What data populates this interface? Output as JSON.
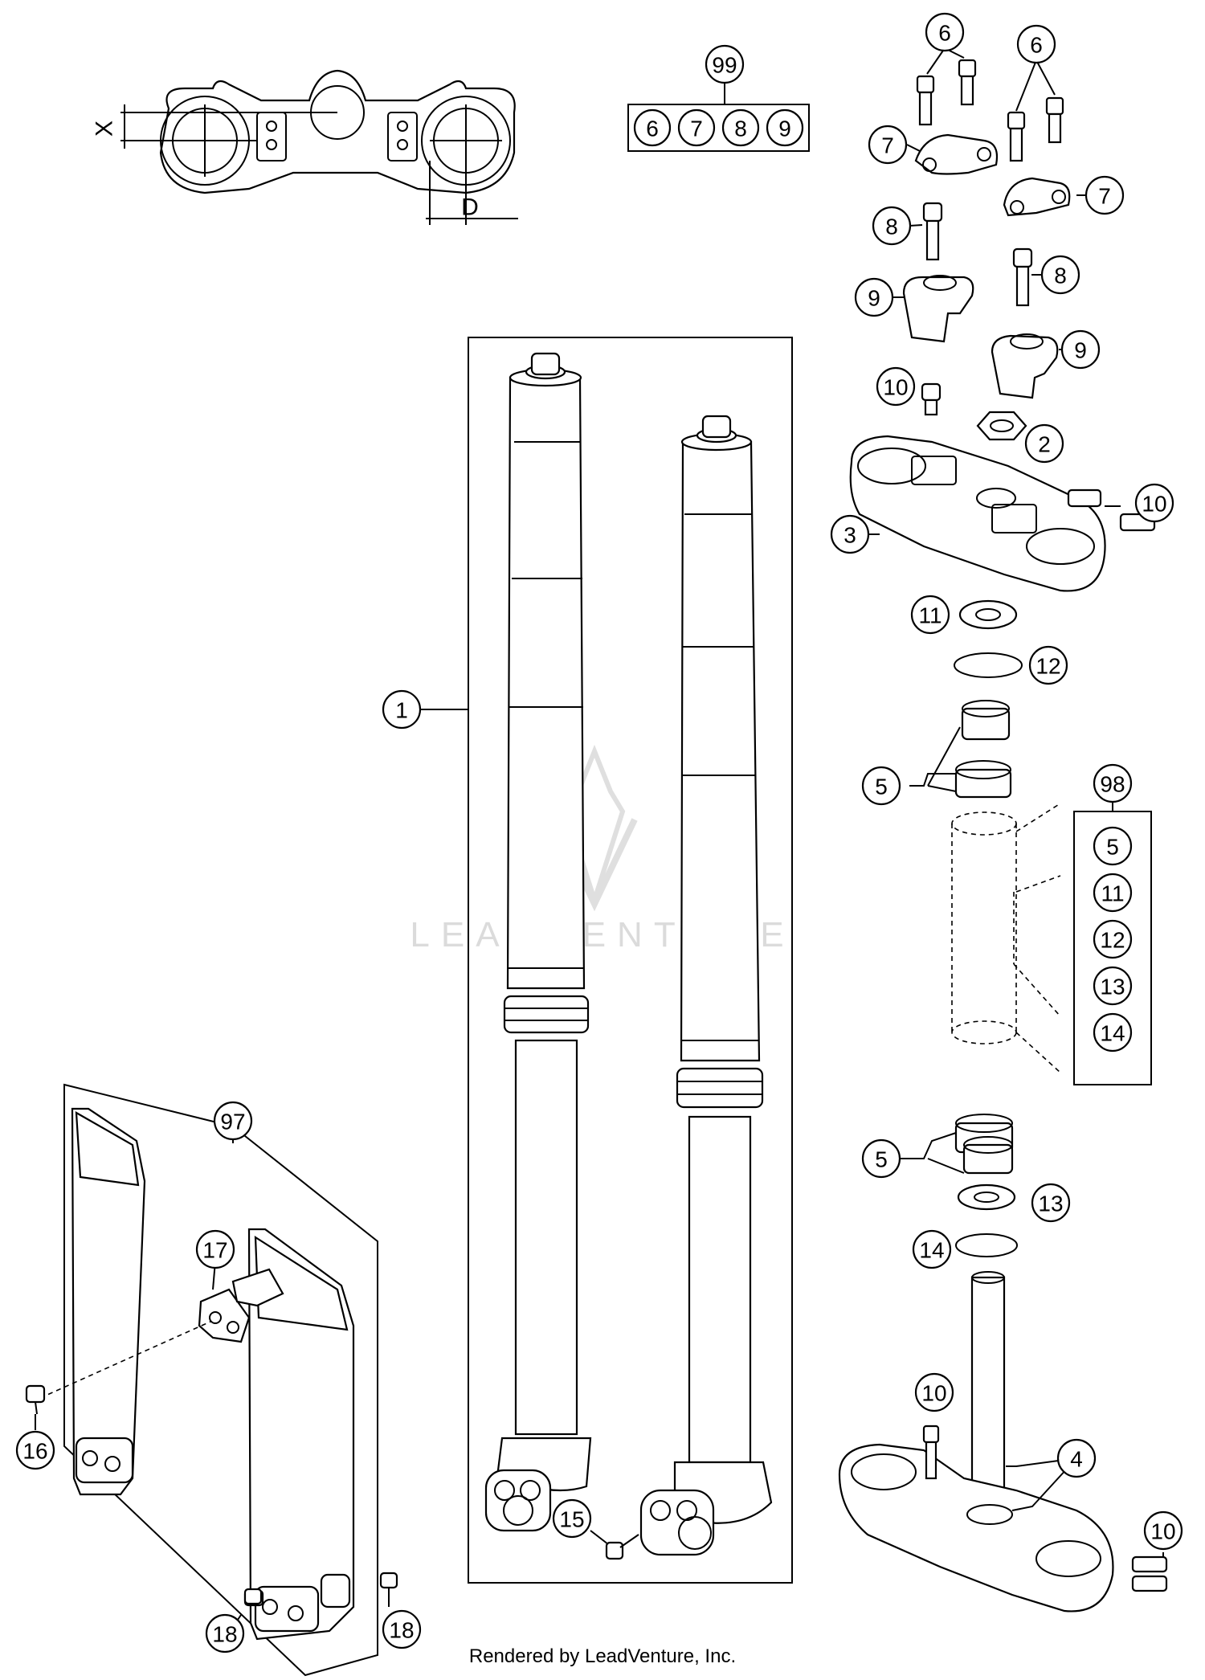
{
  "diagram": {
    "callouts": [
      {
        "id": "c1",
        "label": "1"
      },
      {
        "id": "c2",
        "label": "2"
      },
      {
        "id": "c3",
        "label": "3"
      },
      {
        "id": "c4",
        "label": "4"
      },
      {
        "id": "c5a",
        "label": "5"
      },
      {
        "id": "c5b",
        "label": "5"
      },
      {
        "id": "c6a",
        "label": "6"
      },
      {
        "id": "c6b",
        "label": "6"
      },
      {
        "id": "c7a",
        "label": "7"
      },
      {
        "id": "c7b",
        "label": "7"
      },
      {
        "id": "c8a",
        "label": "8"
      },
      {
        "id": "c8b",
        "label": "8"
      },
      {
        "id": "c9a",
        "label": "9"
      },
      {
        "id": "c9b",
        "label": "9"
      },
      {
        "id": "c10a",
        "label": "10"
      },
      {
        "id": "c10b",
        "label": "10"
      },
      {
        "id": "c10c",
        "label": "10"
      },
      {
        "id": "c10d",
        "label": "10"
      },
      {
        "id": "c11",
        "label": "11"
      },
      {
        "id": "c12",
        "label": "12"
      },
      {
        "id": "c13",
        "label": "13"
      },
      {
        "id": "c14",
        "label": "14"
      },
      {
        "id": "c15",
        "label": "15"
      },
      {
        "id": "c16",
        "label": "16"
      },
      {
        "id": "c17",
        "label": "17"
      },
      {
        "id": "c18a",
        "label": "18"
      },
      {
        "id": "c18b",
        "label": "18"
      },
      {
        "id": "c97",
        "label": "97"
      },
      {
        "id": "c98",
        "label": "98"
      },
      {
        "id": "c99",
        "label": "99"
      }
    ],
    "kit_99": {
      "label": "99",
      "items": [
        "6",
        "7",
        "8",
        "9"
      ]
    },
    "kit_98": {
      "label": "98",
      "items": [
        "5",
        "11",
        "12",
        "13",
        "14"
      ]
    },
    "dimensions": {
      "x": "X",
      "d": "D"
    },
    "watermark": "LEADVENTURE",
    "credit": "Rendered by LeadVenture, Inc."
  }
}
